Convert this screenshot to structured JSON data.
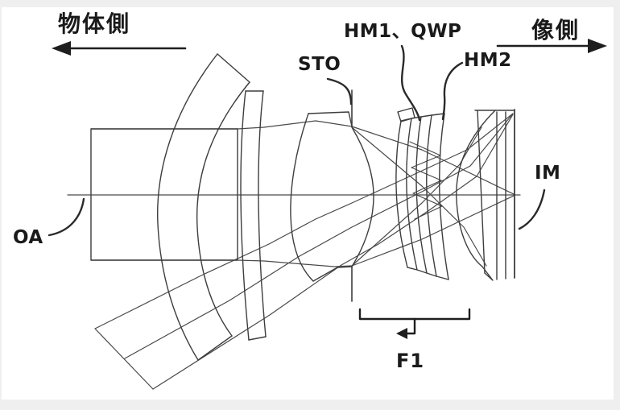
{
  "figure": {
    "kind": "patent optical lens cross-section diagram (folded pancake lens with ray trace)",
    "colors": {
      "background": "#ffffff",
      "page_margin": "#efefef",
      "line": "#3d3d3d",
      "ray": "#4a4a4a",
      "label": "#1a1a1a"
    }
  },
  "labels": {
    "object_side": "物体側",
    "image_side": "像側",
    "hm1_qwp": "HM1、QWP",
    "hm2": "HM2",
    "sto": "STO",
    "oa": "OA",
    "im": "IM",
    "f1": "F1"
  },
  "arrows": {
    "object_side_direction": "left",
    "image_side_direction": "right",
    "f1_direction": "left"
  }
}
